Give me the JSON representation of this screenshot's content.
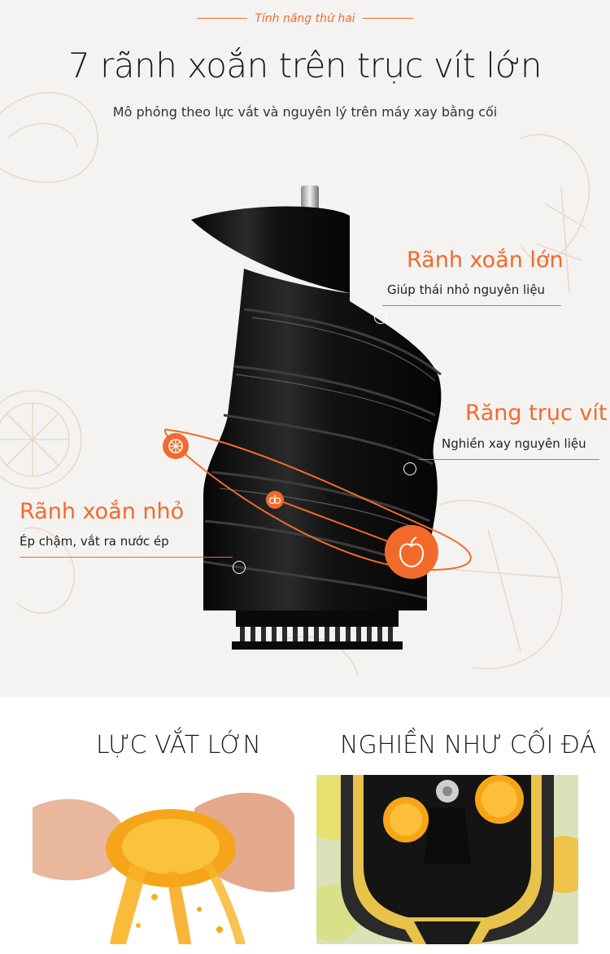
{
  "header": {
    "kicker": "Tính năng thứ hai",
    "title": "7 rãnh xoắn trên trục vít lớn",
    "subtitle": "Mô phỏng theo lực vắt và nguyên lý trên máy xay bằng cối"
  },
  "callouts": [
    {
      "title": "Rãnh xoắn lớn",
      "desc": "Giúp thái nhỏ nguyên liệu"
    },
    {
      "title": "Răng trục vít",
      "desc": "Nghiền xay nguyên liệu"
    },
    {
      "title": "Rãnh xoắn nhỏ",
      "desc": "Ép chậm, vắt ra nước ép"
    }
  ],
  "features": [
    {
      "title": "LỰC VẮT LỚN"
    },
    {
      "title": "NGHIỀN NHƯ CỐI ĐÁ"
    }
  ],
  "colors": {
    "accent": "#f26a2b",
    "background_top": "#f4f3f2",
    "product": "#121212"
  },
  "icons": [
    "orange-slice-icon",
    "fruit-seeds-icon",
    "peach-icon"
  ]
}
